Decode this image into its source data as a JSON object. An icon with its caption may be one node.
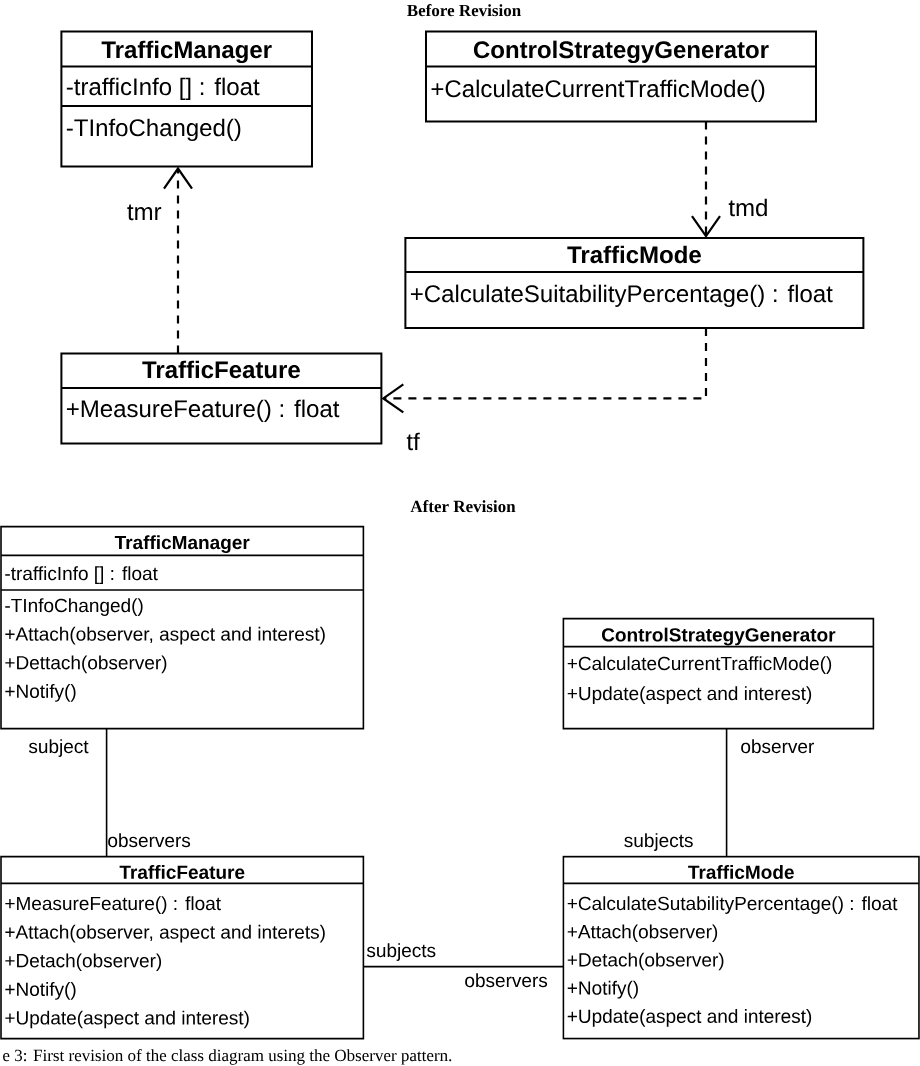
{
  "diagram": {
    "caption": "e 3: First revision of the class diagram using the Observer pattern.",
    "nodes": [
      {
        "text": [
          "TrafficManager",
          "-trafficInfo [] : float",
          "-TInfoChanged()"
        ]
      },
      {
        "text": [
          "ControlStrategyGenerator",
          "+CalculateCurrentTrafficMode()"
        ]
      },
      {
        "text": [
          "TrafficMode",
          "+CalculateSuitabilityPercentage() : float"
        ]
      },
      {
        "text": [
          "TrafficFeature",
          "+MeasureFeature() : float"
        ]
      },
      {
        "text": [
          "TrafficManager",
          "-trafficInfo [] : float",
          "-TInfoChanged()",
          "+Attach(observer, aspect and interest)",
          "+Dettach(observer)",
          "+Notify()"
        ]
      },
      {
        "text": [
          "ControlStrategyGenerator",
          "+CalculateCurrentTrafficMode()",
          "+Update(aspect and interest)"
        ]
      },
      {
        "text": [
          "TrafficFeature",
          "+MeasureFeature() : float",
          "+Attach(observer, aspect and interets)",
          "+Detach(observer)",
          "+Notify()",
          "+Update(aspect and interest)"
        ]
      },
      {
        "text": [
          "TrafficMode",
          "+CalculateSutabilityPercentage() : float",
          "+Attach(observer)",
          "+Detach(observer)",
          "+Notify()",
          "+Update(aspect and interest)"
        ]
      }
    ],
    "edges": [
      {
        "from": 3,
        "to": 0,
        "arrow": "to",
        "label": "tmr",
        "style": "dashed"
      },
      {
        "from": 1,
        "to": 2,
        "arrow": "to",
        "label": "tmd",
        "style": "dashed"
      },
      {
        "from": 2,
        "to": 3,
        "arrow": "to",
        "label": "tf",
        "style": "dashed"
      },
      {
        "from": 4,
        "to": 6,
        "arrow": "none"
      },
      {
        "from": 5,
        "to": 7,
        "arrow": "none"
      },
      {
        "from": 6,
        "to": 7,
        "arrow": "none"
      }
    ],
    "labels": [
      "Before Revision",
      "After Revision",
      "subject",
      "observer",
      "observers",
      "subjects",
      "subjects",
      "observers"
    ]
  }
}
